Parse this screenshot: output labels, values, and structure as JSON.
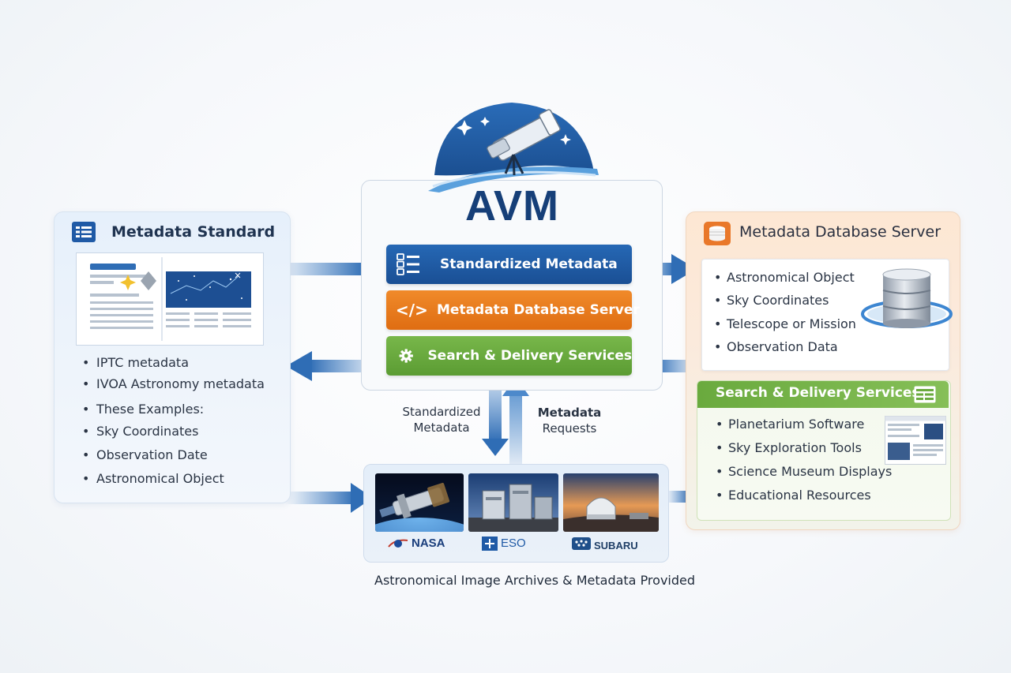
{
  "center": {
    "title": "AVM",
    "bars": [
      {
        "label": "Standardized Metadata",
        "icon": "list-icon",
        "color": "#1f5aa6"
      },
      {
        "label": "Metadata Database Server",
        "icon": "code-icon",
        "color": "#ec7d1f"
      },
      {
        "label": "Search & Delivery Services",
        "icon": "gear-icon",
        "color": "#6aa83f"
      }
    ]
  },
  "left": {
    "title": "Metadata Standard",
    "items": [
      "IPTC metadata",
      "IVOA Astronomy metadata",
      "These Examples:",
      "Sky Coordinates",
      "Observation Date",
      "Astronomical Object"
    ]
  },
  "right": {
    "title": "Metadata Database Server",
    "items": [
      "Astronomical Object",
      "Sky Coordinates",
      "Telescope or Mission",
      "Observation Data"
    ],
    "services": {
      "title": "Search & Delivery Services",
      "items": [
        "Planetarium Software",
        "Sky Exploration Tools",
        "Science Museum Displays",
        "Educational Resources"
      ]
    }
  },
  "flow": {
    "down_label_1": "Standardized",
    "down_label_2": "Metadata",
    "up_label_1": "Metadata",
    "up_label_2": "Requests"
  },
  "archives": {
    "logos": [
      "NASA",
      "ESO",
      "SUBARU"
    ],
    "caption": "Astronomical Image Archives & Metadata Provided"
  },
  "colors": {
    "blue": "#1f5aa6",
    "orange": "#ec7d1f",
    "green": "#6aa83f",
    "navy": "#163f78"
  }
}
